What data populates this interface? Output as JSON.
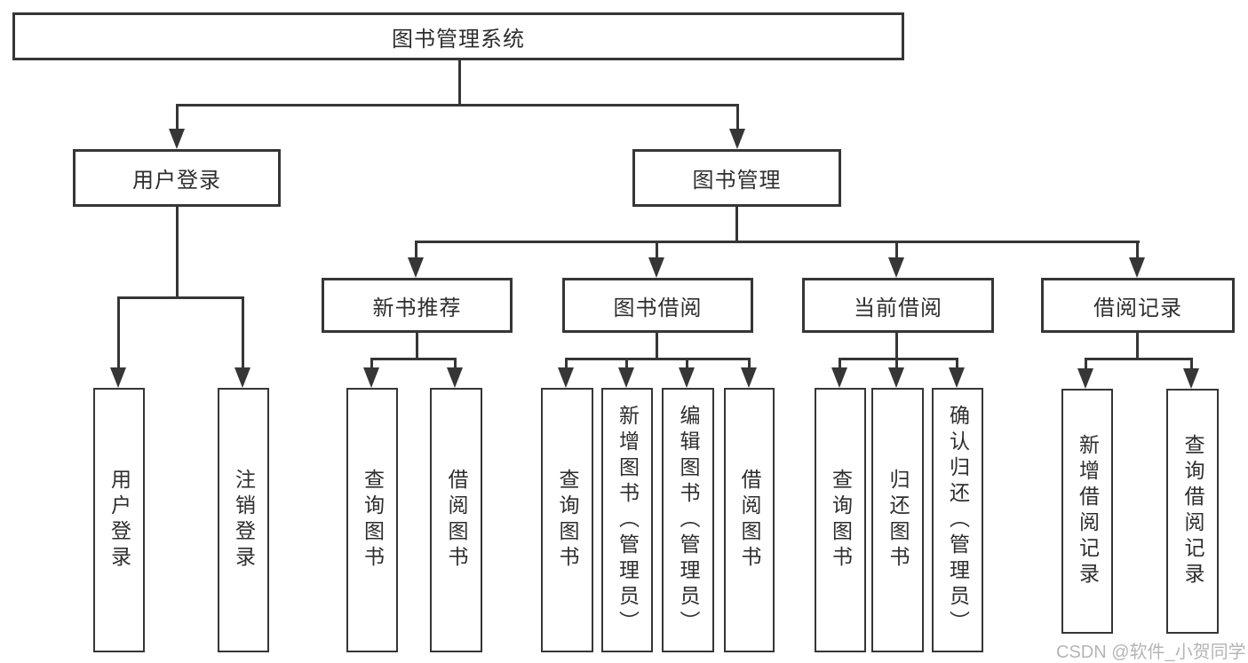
{
  "tree": {
    "label": "图书管理系统",
    "children": [
      {
        "label": "用户登录",
        "children": [
          {
            "label": "用户登录"
          },
          {
            "label": "注销登录"
          }
        ]
      },
      {
        "label": "图书管理",
        "children": [
          {
            "label": "新书推荐",
            "children": [
              {
                "label": "查询图书"
              },
              {
                "label": "借阅图书"
              }
            ]
          },
          {
            "label": "图书借阅",
            "children": [
              {
                "label": "查询图书"
              },
              {
                "label": "新增图书（管理员）"
              },
              {
                "label": "编辑图书（管理员）"
              },
              {
                "label": "借阅图书"
              }
            ]
          },
          {
            "label": "当前借阅",
            "children": [
              {
                "label": "查询图书"
              },
              {
                "label": "归还图书"
              },
              {
                "label": "确认归还（管理员）"
              }
            ]
          },
          {
            "label": "借阅记录",
            "children": [
              {
                "label": "新增借阅记录"
              },
              {
                "label": "查询借阅记录"
              }
            ]
          }
        ]
      }
    ]
  },
  "watermark": {
    "text": "CSDN @软件_小贺同学"
  },
  "colors": {
    "line": "#363636",
    "text": "#2e2e2e",
    "watermark": "#b5b5b5",
    "background": "#ffffff"
  }
}
